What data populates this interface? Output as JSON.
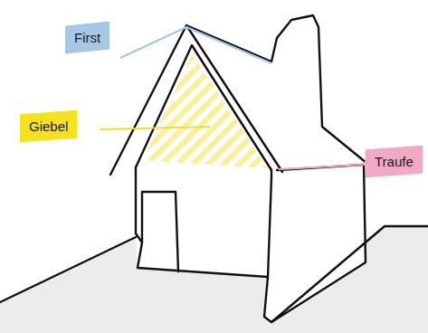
{
  "diagram": {
    "labels": [
      "First",
      "Giebel",
      "Traufe"
    ]
  }
}
